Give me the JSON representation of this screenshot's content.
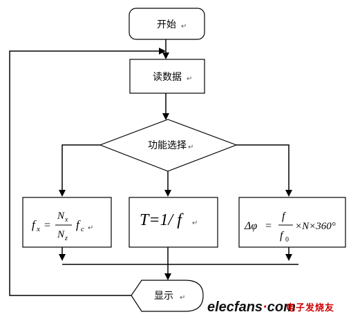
{
  "nodes": {
    "start": "开始",
    "read_data": "读数据",
    "function_select": "功能选择",
    "display": "显示"
  },
  "return_mark": "↵",
  "formulas": {
    "frequency": {
      "lhs": "f",
      "lhs_sub": "x",
      "eq": "=",
      "num": "N",
      "num_sub": "x",
      "den": "N",
      "den_sub": "z",
      "factor": "f",
      "factor_sub": "c"
    },
    "period": {
      "text": "T=1/ f"
    },
    "phase": {
      "lhs": "Δφ",
      "eq": "=",
      "num": "f",
      "den": "f",
      "den_sub": "0",
      "rest": "×N×360°"
    }
  },
  "watermark": {
    "site": "elecfans",
    "dot": "·",
    "tld": "com",
    "cn": "电子发烧友"
  },
  "colors": {
    "line": "#000000",
    "watermark_red": "#cc0000"
  }
}
